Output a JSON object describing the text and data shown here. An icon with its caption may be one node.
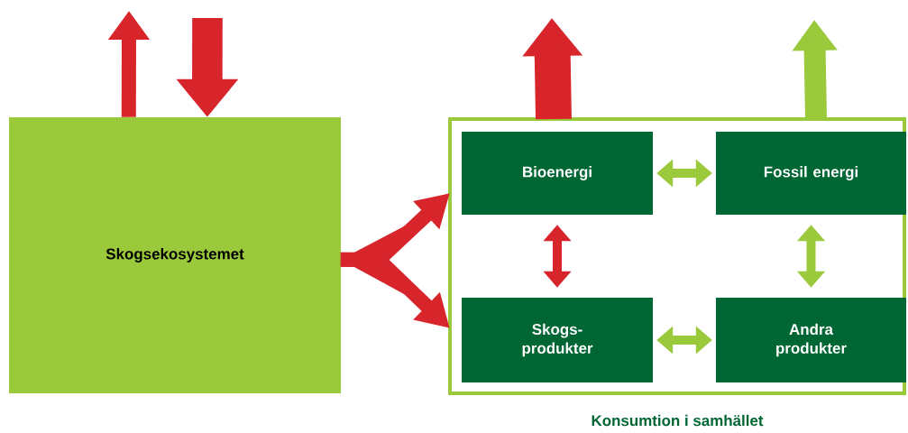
{
  "diagram": {
    "nodes": [
      {
        "text": [
          "Skogsekosystemet"
        ]
      },
      {
        "text": [
          "Konsumtion i samhället"
        ]
      },
      {
        "text": [
          "Bioenergi"
        ],
        "in": 1
      },
      {
        "text": [
          "Fossil energi"
        ],
        "in": 1
      },
      {
        "text": [
          "Skogs- produkter"
        ],
        "in": 1
      },
      {
        "text": [
          "Andra produkter"
        ],
        "in": 1
      }
    ],
    "edges": [
      {
        "from": 0,
        "to": null,
        "arrow": "to",
        "color": "#d7252b"
      },
      {
        "from": null,
        "to": 0,
        "arrow": "to",
        "color": "#d7252b",
        "style": "thick"
      },
      {
        "from": 0,
        "to": 1,
        "arrow": "to",
        "color": "#d7252b"
      },
      {
        "from": 0,
        "to": 1,
        "arrow": "to",
        "color": "#d7252b"
      },
      {
        "from": 1,
        "to": null,
        "arrow": "to",
        "color": "#d7252b",
        "style": "thick"
      },
      {
        "from": 1,
        "to": null,
        "arrow": "to",
        "color": "#9bc93c"
      },
      {
        "from": 2,
        "to": 3,
        "arrow": "both",
        "color": "#9bc93c"
      },
      {
        "from": 2,
        "to": 4,
        "arrow": "both",
        "color": "#d7252b"
      },
      {
        "from": 3,
        "to": 5,
        "arrow": "both",
        "color": "#9bc93c"
      },
      {
        "from": 4,
        "to": 5,
        "arrow": "both",
        "color": "#9bc93c"
      }
    ]
  }
}
